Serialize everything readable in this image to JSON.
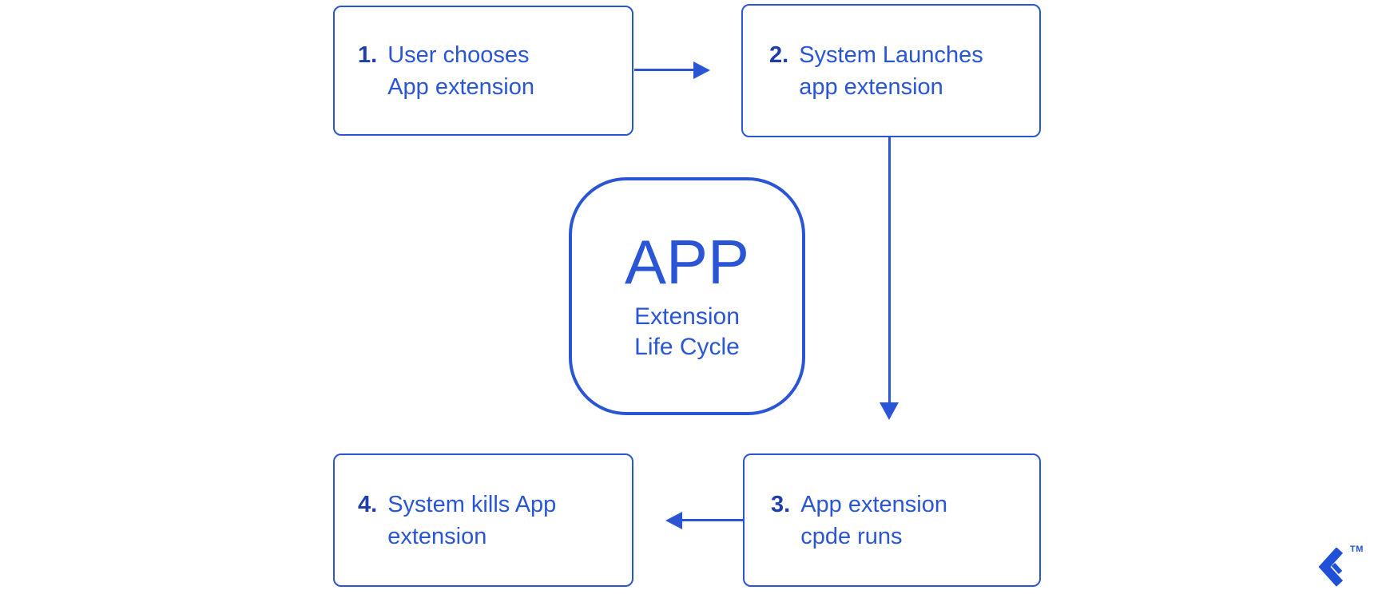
{
  "diagram": {
    "colors": {
      "primary": "#2a55d4",
      "number": "#1e3ea8",
      "logo": "#2050d8"
    },
    "center": {
      "title": "APP",
      "subtitle_line1": "Extension",
      "subtitle_line2": "Life Cycle"
    },
    "steps": [
      {
        "number": "1.",
        "line1": "User chooses",
        "line2": "App extension"
      },
      {
        "number": "2.",
        "line1": "System Launches",
        "line2": "app extension"
      },
      {
        "number": "3.",
        "line1": "App extension",
        "line2": "cpde runs"
      },
      {
        "number": "4.",
        "line1": "System kills App",
        "line2": "extension"
      }
    ],
    "logo": {
      "trademark": "TM"
    }
  }
}
